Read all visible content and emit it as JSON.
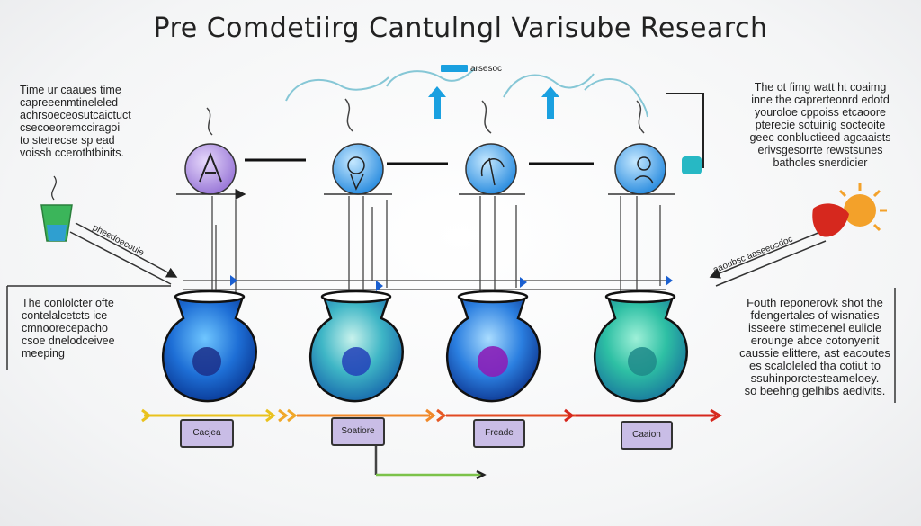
{
  "title": "Pre Comdetiirg Cantulngl Varisube Research",
  "top_label": "arsesoc",
  "notes": {
    "left_top": "Time ur caaues time\ncapreeenmtineleled\nachrsoeceosutcaictuct\ncsecoeoremcciragoi\nto stetrecse sp ead\nvoissh ccerothtbinits.",
    "right_top": "The ot fimg watt ht coaimg\ninne the caprerteonrd edotd\nyouroloe cppoiss etcaoore\npterecie sotuinig socteoite\ngeec conbluctieed agcaaists\nerivsgesorrte rewstsunes\nbatholes snerdicier",
    "left_mid": "The conlolcter ofte\ncontelalcetcts ice\ncmnoorecepacho\ncsoe dnelodceivee\nmeeping",
    "right_mid": "Fouth reponerovk shot the\nfdengertales of wisnaties\nisseere stimecenel eulicle\nerounge abce cotonyenit\ncaussie elittere, ast eacoutes\nes scaloleled tha cotiut to\nssuhinporctesteameloey.\nso beehng gelhibs aedivits."
  },
  "arrow_labels": {
    "left": "pheedoecoule",
    "right": "aaoubsc aaseeosdoc"
  },
  "boxes": [
    "Cacjea",
    "Soatiore",
    "Freade",
    "Caaion"
  ],
  "flask_count": 4,
  "colors": {
    "arrow_yellow": "#e9c21d",
    "arrow_orange": "#f0892a",
    "arrow_red": "#d6281e",
    "flask_blue": "#1e6fd6",
    "flask_teal": "#2fb7a8",
    "flask_purple": "#8a1fb8",
    "box_fill": "#c9bde6",
    "circle_purple": "#b79be3",
    "circle_blue": "#3d9de6",
    "arrow_blue": "#1aa0e0",
    "cup_green": "#3bb55a"
  },
  "icons": [
    "flask-icon",
    "cup-icon",
    "sun-icon",
    "arrow-up-icon"
  ]
}
